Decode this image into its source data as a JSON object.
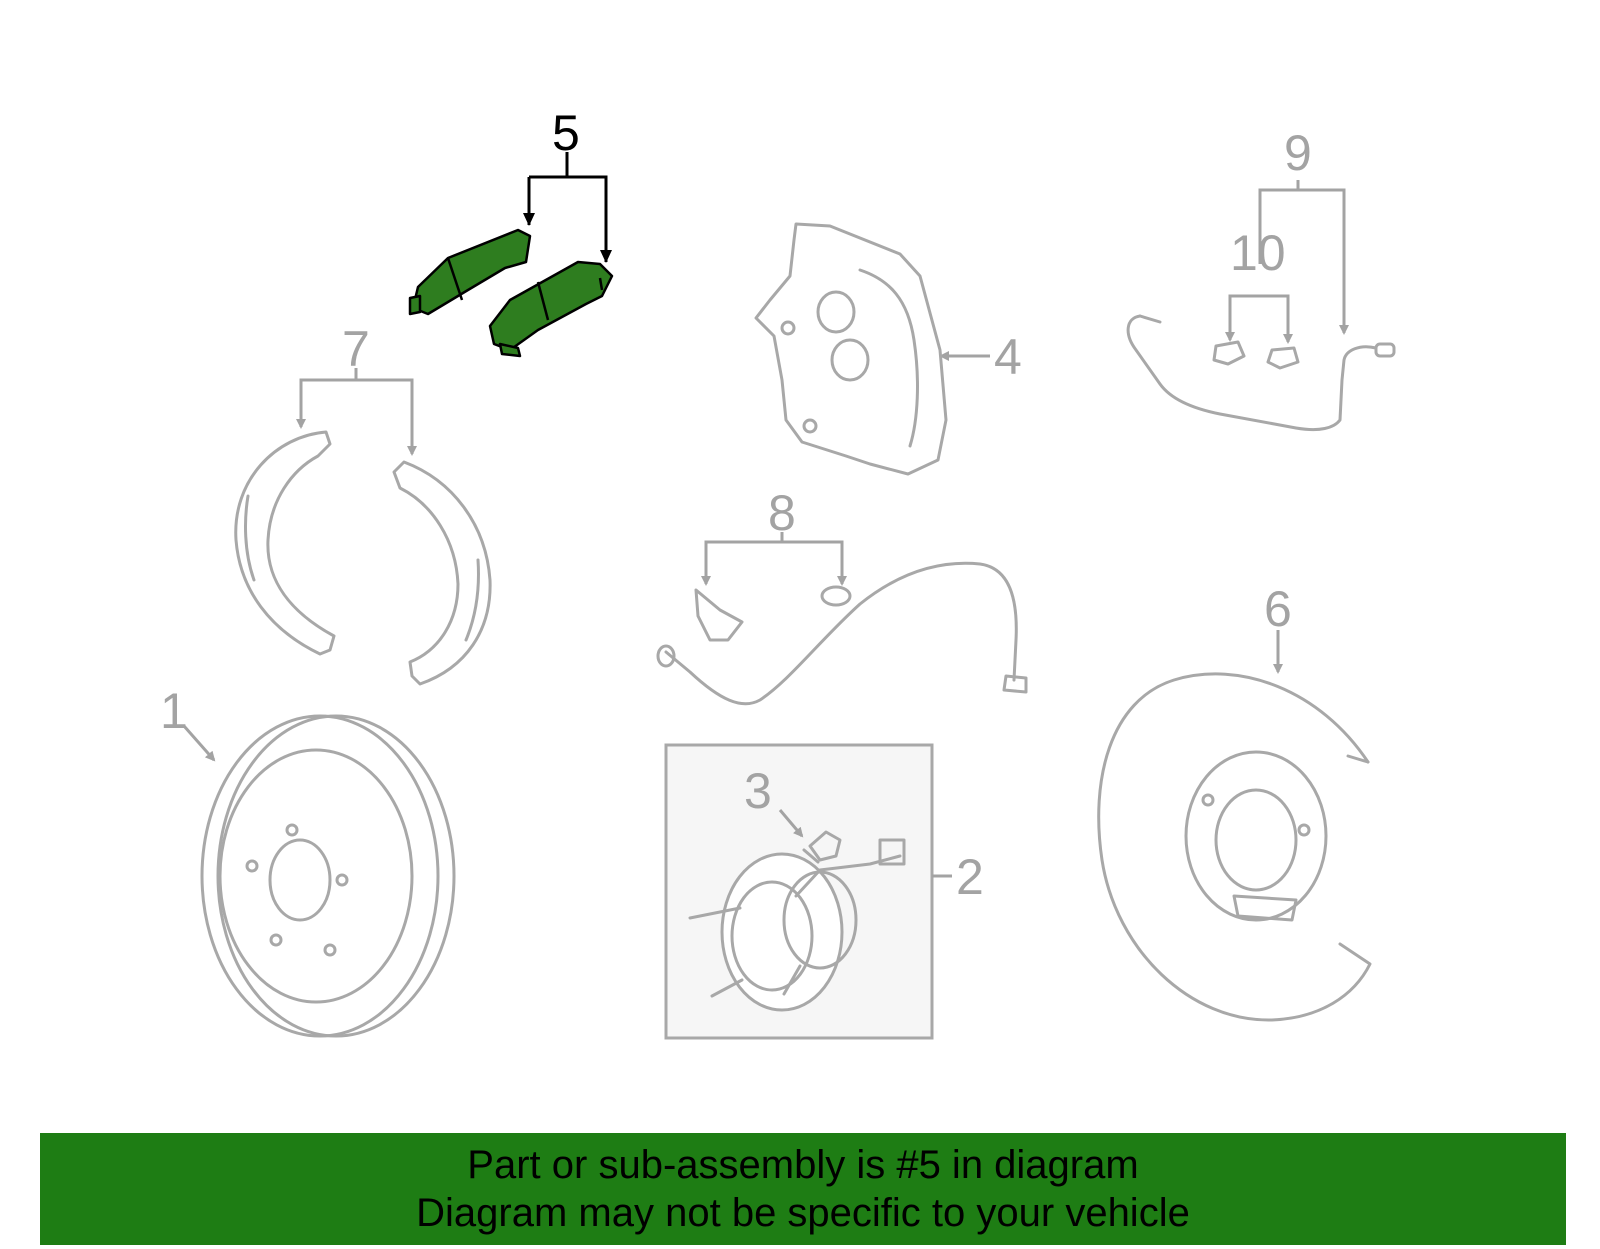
{
  "diagram": {
    "highlighted_callout": "5",
    "highlight_color": "#2e7d1f",
    "callouts": [
      "1",
      "2",
      "3",
      "4",
      "5",
      "6",
      "7",
      "8",
      "9",
      "10"
    ]
  },
  "banner": {
    "background_color": "#1e7d14",
    "line1": "Part or sub-assembly is #5 in diagram",
    "line2": "Diagram may not be specific to your vehicle"
  }
}
